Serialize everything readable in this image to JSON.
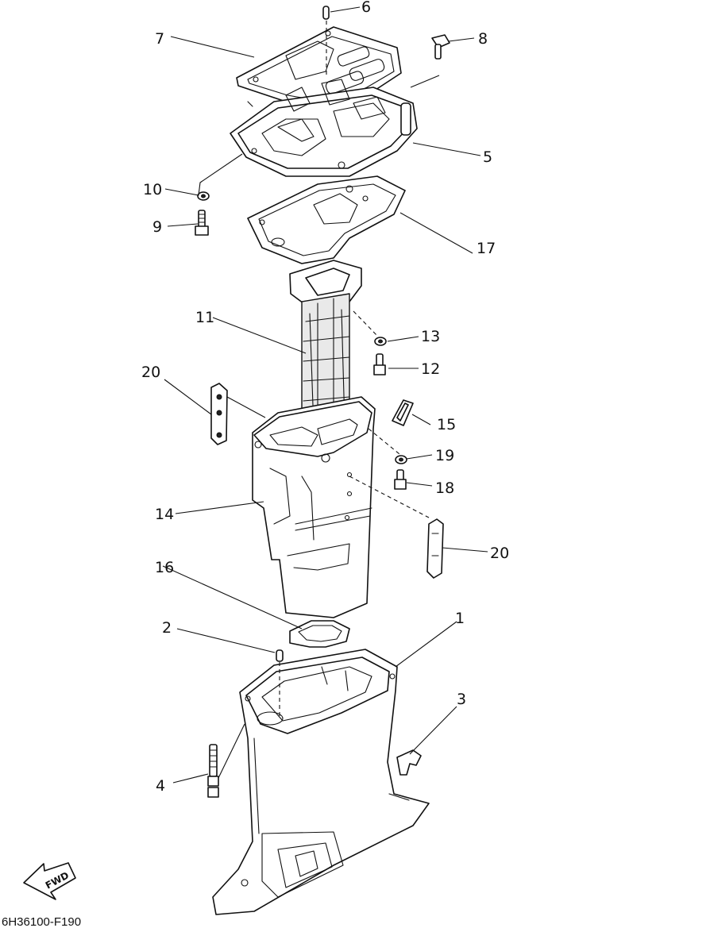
{
  "diagram": {
    "drawing_code": "6H36100-F190",
    "fwd_label": "FWD",
    "callouts": [
      {
        "id": "c1",
        "label": "1"
      },
      {
        "id": "c2",
        "label": "2"
      },
      {
        "id": "c3",
        "label": "3"
      },
      {
        "id": "c4",
        "label": "4"
      },
      {
        "id": "c5",
        "label": "5"
      },
      {
        "id": "c6",
        "label": "6"
      },
      {
        "id": "c7",
        "label": "7"
      },
      {
        "id": "c8",
        "label": "8"
      },
      {
        "id": "c9",
        "label": "9"
      },
      {
        "id": "c10",
        "label": "10"
      },
      {
        "id": "c11",
        "label": "11"
      },
      {
        "id": "c12",
        "label": "12"
      },
      {
        "id": "c13",
        "label": "13"
      },
      {
        "id": "c14",
        "label": "14"
      },
      {
        "id": "c15",
        "label": "15"
      },
      {
        "id": "c16",
        "label": "16"
      },
      {
        "id": "c17",
        "label": "17"
      },
      {
        "id": "c18",
        "label": "18"
      },
      {
        "id": "c19",
        "label": "19"
      },
      {
        "id": "c20a",
        "label": "20"
      },
      {
        "id": "c20b",
        "label": "20"
      }
    ]
  }
}
